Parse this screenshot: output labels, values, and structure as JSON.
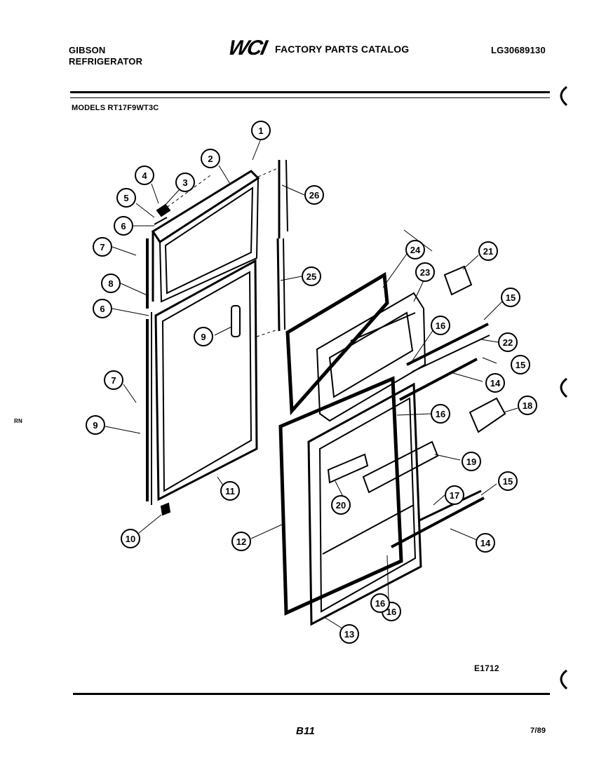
{
  "header": {
    "brand_line1": "GIBSON",
    "brand_line2": "REFRIGERATOR",
    "logo": "WCI",
    "catalog_title": "FACTORY PARTS CATALOG",
    "part_number": "LG30689130",
    "models": "MODELS RT17F9WT3C"
  },
  "footer": {
    "diagram_code": "E1712",
    "page": "B11",
    "date": "7/89"
  },
  "margin_note": "RN",
  "callouts": [
    "1",
    "2",
    "3",
    "4",
    "5",
    "6",
    "6",
    "7",
    "7",
    "8",
    "9",
    "9",
    "10",
    "11",
    "12",
    "13",
    "14",
    "14",
    "15",
    "15",
    "15",
    "16",
    "16",
    "16",
    "16",
    "17",
    "18",
    "19",
    "20",
    "21",
    "22",
    "23",
    "24",
    "25",
    "26"
  ]
}
